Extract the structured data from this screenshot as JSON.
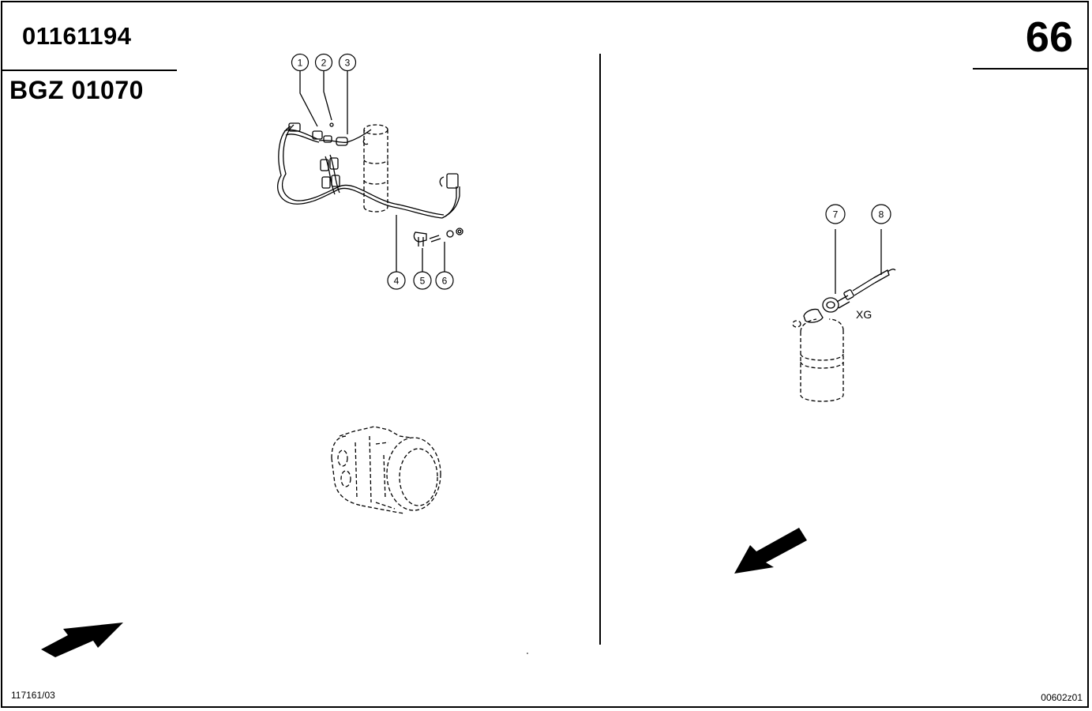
{
  "header": {
    "part_number": "01161194",
    "group_code": "BGZ 01070",
    "page_number": "66"
  },
  "footer": {
    "ref_left": "117161/03",
    "ref_right": "00602z01"
  },
  "callouts": [
    "1",
    "2",
    "3",
    "4",
    "5",
    "6",
    "7",
    "8"
  ],
  "labels": {
    "xg": "XG"
  },
  "icons": [
    "arrow-right-icon",
    "arrow-left-icon"
  ]
}
